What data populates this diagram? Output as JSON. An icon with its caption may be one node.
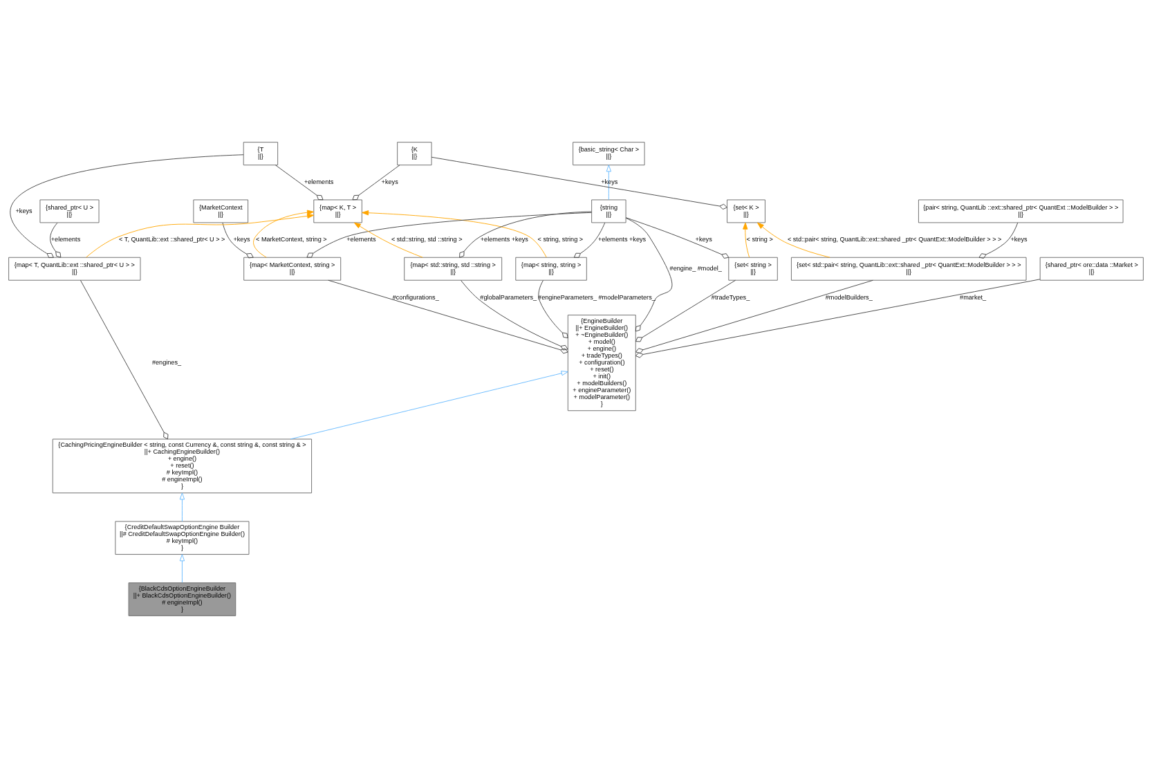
{
  "diagram": {
    "nodes": [
      {
        "text": [
          "{basic_string< Char >",
          "||}"
        ]
      },
      {
        "text": [
          "{string",
          "||}"
        ]
      },
      {
        "text": [
          "{K",
          "||}"
        ]
      },
      {
        "text": [
          "{T",
          "||}"
        ]
      },
      {
        "text": [
          "{MarketContext",
          "||}"
        ]
      },
      {
        "text": [
          "{set< K >",
          "||}"
        ]
      },
      {
        "text": [
          "{map< K, T >",
          "||}"
        ]
      },
      {
        "text": [
          "{pair< string, QuantLib ::ext::shared_ptr< QuantExt ::ModelBuilder > >",
          "||}"
        ]
      },
      {
        "text": [
          "{shared_ptr< U >",
          "||}"
        ]
      },
      {
        "text": [
          "{shared_ptr< ore::data ::Market >",
          "||}"
        ]
      },
      {
        "text": [
          "{set< string >",
          "||}"
        ]
      },
      {
        "text": [
          "{map< string, string >",
          "||}"
        ]
      },
      {
        "text": [
          "{map< MarketContext, string >",
          "||}"
        ]
      },
      {
        "text": [
          "{map< std::string, std ::string >",
          "||}"
        ]
      },
      {
        "text": [
          "{set< std::pair< string, QuantLib::ext::shared _ptr< QuantExt::ModelBuilder > > >",
          "||}"
        ]
      },
      {
        "text": [
          "{map< T, QuantLib::ext ::shared_ptr< U > >",
          "||}"
        ]
      },
      {
        "text": [
          "{EngineBuilder",
          "||+ EngineBuilder()",
          "+ ~EngineBuilder()",
          "+ model()",
          "+ engine()",
          "+ tradeTypes()",
          "+ configuration()",
          "+ reset()",
          "+ init()",
          "+ modelBuilders()",
          "+ engineParameter()",
          "+ modelParameter()",
          "}"
        ]
      },
      {
        "text": [
          "{CachingPricingEngineBuilder < string, const Currency &, const string &, const string & >",
          "||+ CachingEngineBuilder()",
          "+ engine()",
          "+ reset()",
          "# keyImpl()",
          "# engineImpl()",
          "}"
        ]
      },
      {
        "text": [
          "{CreditDefaultSwapOptionEngine Builder",
          "||# CreditDefaultSwapOptionEngine Builder()",
          "# keyImpl()",
          "}"
        ]
      },
      {
        "text": [
          "{BlackCdsOptionEngineBuilder",
          "||+ BlackCdsOptionEngineBuilder()",
          "# engineImpl()",
          "}"
        ]
      }
    ],
    "edges": [
      {
        "from": 1,
        "to": 0,
        "arrow": "to",
        "color": "#63b8ff"
      },
      {
        "from": 5,
        "to": 2,
        "arrow": "other",
        "label": "+keys"
      },
      {
        "from": 6,
        "to": 2,
        "arrow": "other",
        "label": "+keys"
      },
      {
        "from": 6,
        "to": 3,
        "arrow": "other",
        "label": "+elements"
      },
      {
        "from": 15,
        "to": 3,
        "arrow": "other",
        "label": "+keys"
      },
      {
        "from": 14,
        "to": 7,
        "arrow": "other",
        "label": "+keys"
      },
      {
        "from": 15,
        "to": 8,
        "arrow": "other",
        "label": "+elements"
      },
      {
        "from": 10,
        "to": 1,
        "arrow": "other",
        "label": "+keys"
      },
      {
        "from": 11,
        "to": 1,
        "arrow": "other",
        "label": "+elements +keys"
      },
      {
        "from": 12,
        "to": 1,
        "arrow": "other",
        "label": "+elements"
      },
      {
        "from": 13,
        "to": 1,
        "arrow": "other",
        "label": "+elements +keys"
      },
      {
        "from": 12,
        "to": 4,
        "arrow": "other",
        "label": "+keys"
      },
      {
        "from": 16,
        "to": 1,
        "arrow": "other",
        "label": "#engine_ #model_"
      },
      {
        "from": 16,
        "to": 9,
        "arrow": "other",
        "label": "#market_"
      },
      {
        "from": 16,
        "to": 10,
        "arrow": "other",
        "label": "#tradeTypes_"
      },
      {
        "from": 16,
        "to": 11,
        "arrow": "other",
        "label": "#engineParameters_ #modelParameters_"
      },
      {
        "from": 16,
        "to": 12,
        "arrow": "other",
        "label": "#configurations_"
      },
      {
        "from": 16,
        "to": 13,
        "arrow": "other",
        "label": "#globalParameters_"
      },
      {
        "from": 16,
        "to": 14,
        "arrow": "other",
        "label": "#modelBuilders_"
      },
      {
        "from": 17,
        "to": 15,
        "arrow": "other",
        "label": "#engines_"
      },
      {
        "from": 10,
        "to": 5,
        "arrow": "to",
        "label": "< string >",
        "color": "#ffa500"
      },
      {
        "from": 14,
        "to": 5,
        "arrow": "to",
        "label": "< std::pair< string, QuantLib::ext::shared _ptr< QuantExt::ModelBuilder > > >",
        "color": "#ffa500"
      },
      {
        "from": 11,
        "to": 6,
        "arrow": "to",
        "label": "< string, string >",
        "color": "#ffa500"
      },
      {
        "from": 12,
        "to": 6,
        "arrow": "to",
        "label": "< MarketContext, string >",
        "color": "#ffa500"
      },
      {
        "from": 13,
        "to": 6,
        "arrow": "to",
        "label": "< std::string, std ::string >",
        "color": "#ffa500"
      },
      {
        "from": 15,
        "to": 6,
        "arrow": "to",
        "label": "< T, QuantLib::ext ::shared_ptr< U > >",
        "color": "#ffa500"
      },
      {
        "from": 17,
        "to": 16,
        "arrow": "to",
        "color": "#63b8ff"
      },
      {
        "from": 18,
        "to": 17,
        "arrow": "to",
        "color": "#63b8ff"
      },
      {
        "from": 19,
        "to": 18,
        "arrow": "to",
        "color": "#63b8ff"
      }
    ]
  }
}
